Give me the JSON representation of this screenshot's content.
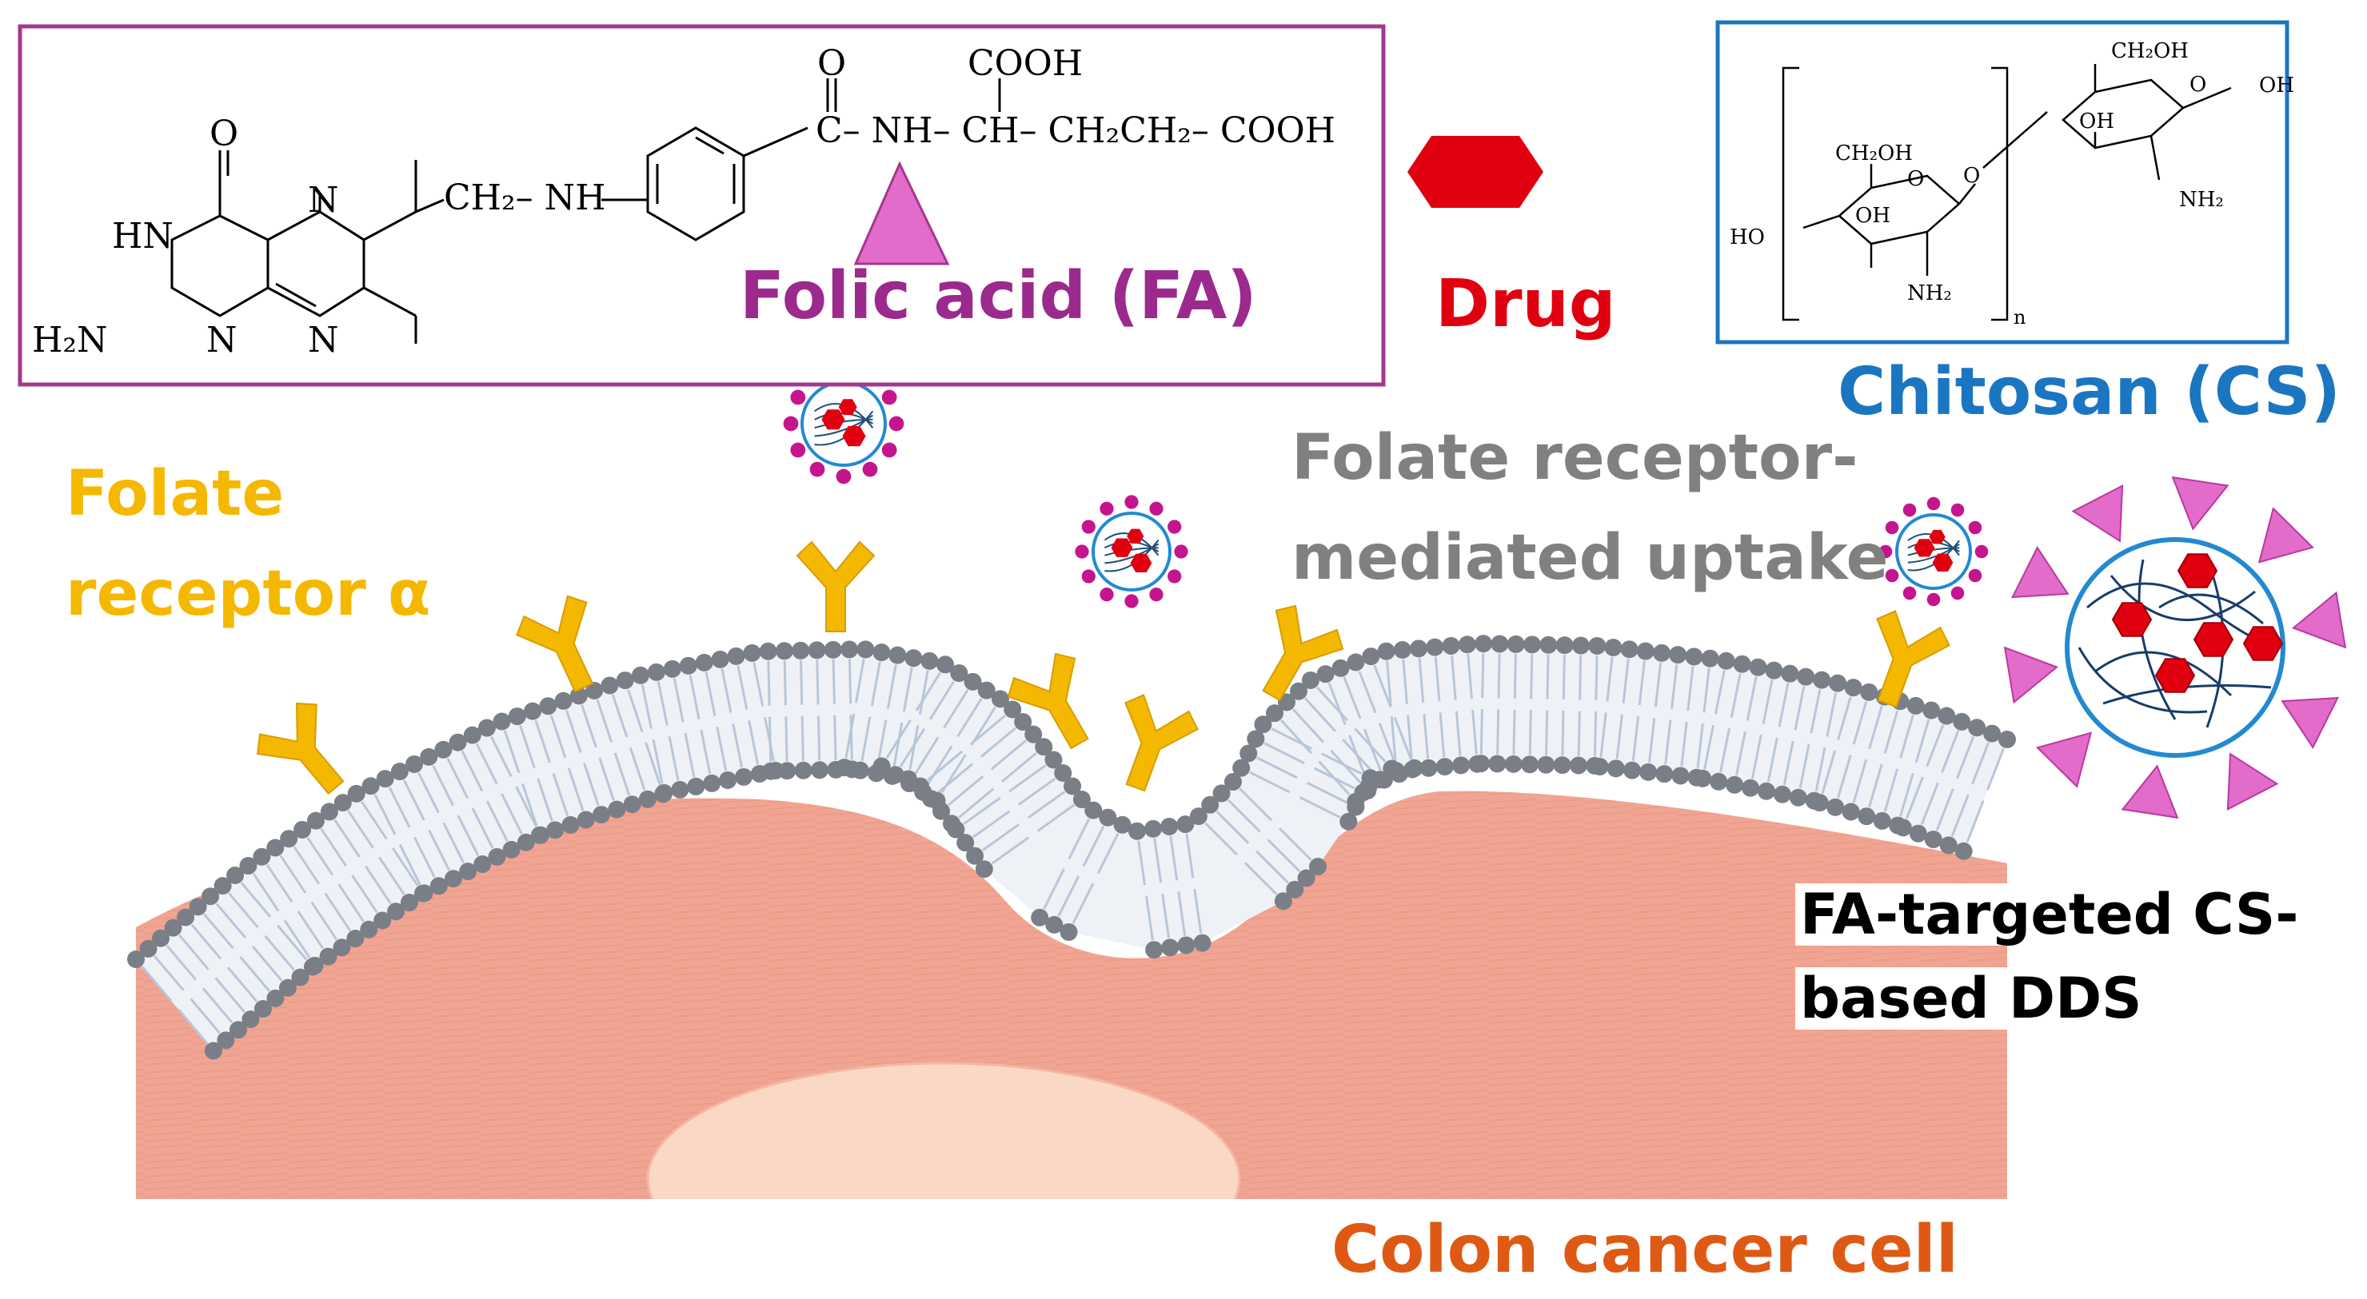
{
  "labels": {
    "folic_acid": "Folic acid (FA)",
    "drug": "Drug",
    "chitosan": "Chitosan (CS)",
    "folate_receptor_line1": "Folate",
    "folate_receptor_line2": "receptor α",
    "uptake_line1": "Folate receptor-",
    "uptake_line2": "mediated uptake",
    "dds_line1": "FA-targeted CS-",
    "dds_line2": "based DDS",
    "colon_cell": "Colon cancer cell"
  },
  "folic_acid_structure": {
    "o_top": "O",
    "hn": "HN",
    "h2n": "H₂N",
    "n_ring1": "N",
    "n_ring2": "N",
    "n_ring3": "N",
    "ch2nh": "CH₂– NH",
    "amide_o": "O",
    "chain": "C– NH– CH– CH₂CH₂– COOH",
    "cooh_top": "COOH"
  },
  "chitosan_structure": {
    "ch2oh_a": "CH₂OH",
    "ch2oh_b": "CH₂OH",
    "oh_a": "OH",
    "oh_b": "OH",
    "oh_c": "OH",
    "ho": "HO",
    "nh2_a": "NH₂",
    "nh2_b": "NH₂",
    "ring_o_a": "O",
    "ring_o_b": "O",
    "glyco_o": "O",
    "repeat_n": "n"
  },
  "colors": {
    "folic_acid": "#9b2a8c",
    "drug": "#e0000f",
    "chitosan": "#1b76c2",
    "folate_receptor": "#f5b800",
    "uptake": "#808080",
    "colon_cell": "#de5a14",
    "ligand": "#e36bc9",
    "membrane_head": "#7a7f87",
    "membrane_tail": "#b9c6d8",
    "cytoplasm": "#f0a593",
    "nucleus": "#fbd8c6"
  }
}
